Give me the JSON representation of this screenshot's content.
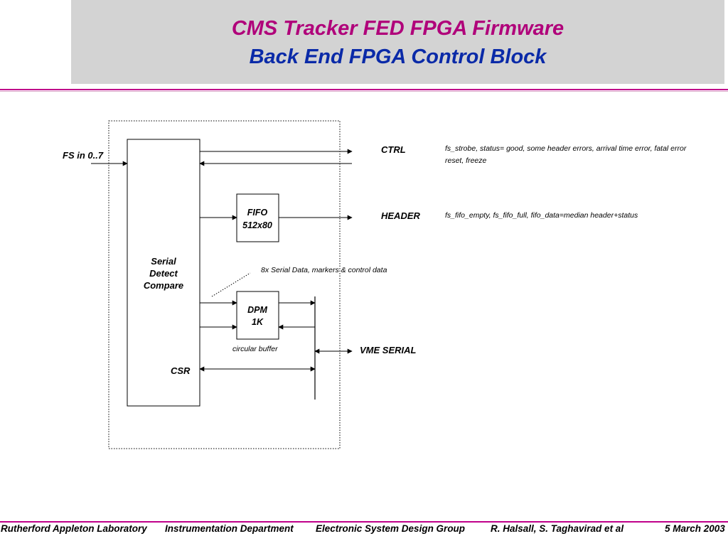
{
  "header": {
    "title_line1": "CMS Tracker FED FPGA Firmware",
    "title_line2": "Back End FPGA Control Block"
  },
  "colors": {
    "title1": "#b0007a",
    "title2": "#0a2aa8",
    "rule": "#c0008a",
    "title_box": "#d3d3d3"
  },
  "diagram": {
    "input_label": "FS in 0..7",
    "main_block": {
      "line1": "Serial",
      "line2": "Detect",
      "line3": "Compare"
    },
    "csr_label": "CSR",
    "fifo_block": {
      "line1": "FIFO",
      "line2": "512x80"
    },
    "dpm_block": {
      "line1": "DPM",
      "line2": "1K"
    },
    "dpm_caption": "circular buffer",
    "serial_note": "8x Serial Data, markers & control data",
    "ctrl_label": "CTRL",
    "ctrl_desc_line1": "fs_strobe, status= good, some header errors, arrival time error, fatal error",
    "ctrl_desc_line2": "reset, freeze",
    "header_label": "HEADER",
    "header_desc": "fs_fifo_empty, fs_fifo_full, fifo_data=median header+status",
    "vme_label": "VME SERIAL"
  },
  "footer": {
    "lab": "Rutherford Appleton Laboratory",
    "dept": "Instrumentation Department",
    "group": "Electronic System Design Group",
    "authors": "R. Halsall, S. Taghavirad et al",
    "date": "5 March 2003"
  }
}
